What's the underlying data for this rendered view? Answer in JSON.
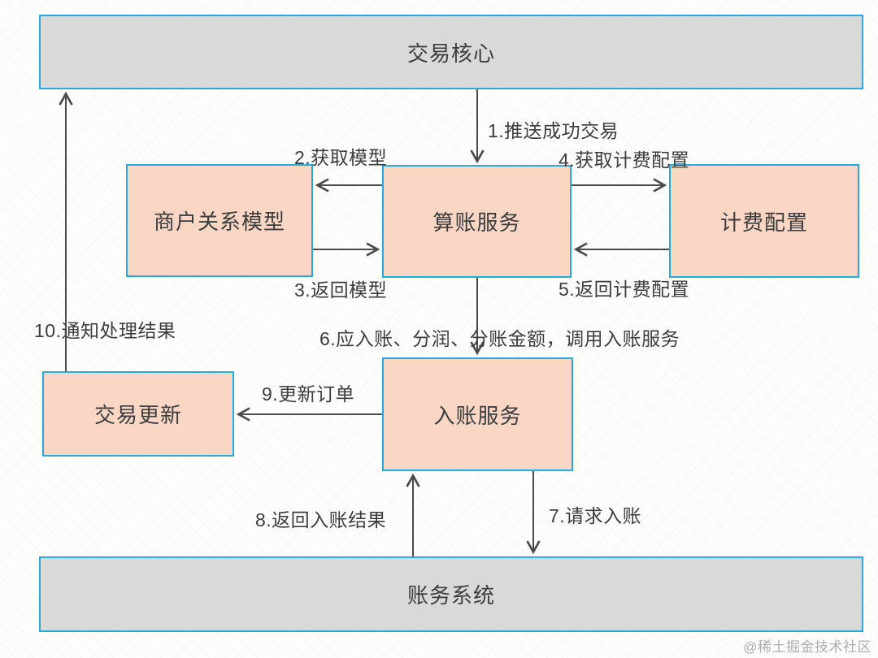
{
  "diagram": {
    "title": "交易入账流程图",
    "colors": {
      "node_border": "#2aa9e0",
      "node_fill_pink": "#fad7c5",
      "node_fill_gray": "#d9d9d9",
      "arrow": "#4a4a4a",
      "text": "#3d3d3d",
      "watermark": "#aeaeae"
    },
    "nodes": {
      "trade_core": {
        "label": "交易核心"
      },
      "merchant_model": {
        "label": "商户关系模型"
      },
      "settle_service": {
        "label": "算账服务"
      },
      "billing_config": {
        "label": "计费配置"
      },
      "trade_update": {
        "label": "交易更新"
      },
      "entry_service": {
        "label": "入账服务"
      },
      "account_system": {
        "label": "账务系统"
      }
    },
    "edges": {
      "e1": {
        "label": "1.推送成功交易",
        "from": "trade_core",
        "to": "settle_service"
      },
      "e2": {
        "label": "2.获取模型",
        "from": "settle_service",
        "to": "merchant_model"
      },
      "e3": {
        "label": "3.返回模型",
        "from": "merchant_model",
        "to": "settle_service"
      },
      "e4": {
        "label": "4.获取计费配置",
        "from": "settle_service",
        "to": "billing_config"
      },
      "e5": {
        "label": "5.返回计费配置",
        "from": "billing_config",
        "to": "settle_service"
      },
      "e6": {
        "label": "6.应入账、分润、分账金额，调用入账服务",
        "from": "settle_service",
        "to": "entry_service"
      },
      "e7": {
        "label": "7.请求入账",
        "from": "entry_service",
        "to": "account_system"
      },
      "e8": {
        "label": "8.返回入账结果",
        "from": "account_system",
        "to": "entry_service"
      },
      "e9": {
        "label": "9.更新订单",
        "from": "entry_service",
        "to": "trade_update"
      },
      "e10": {
        "label": "10.通知处理结果",
        "from": "trade_update",
        "to": "trade_core"
      }
    }
  },
  "watermark": "@稀土掘金技术社区"
}
